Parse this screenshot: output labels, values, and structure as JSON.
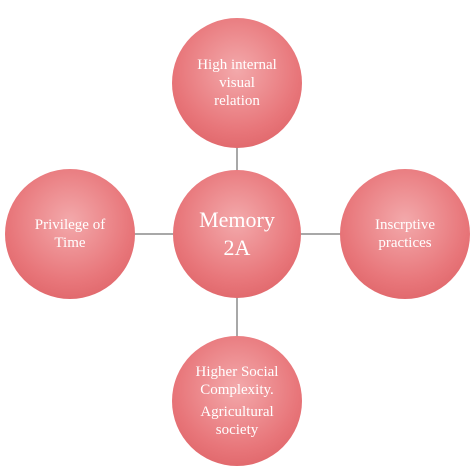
{
  "colors": {
    "node_fill": "#e8767a",
    "node_fill_light": "#f3a9ab",
    "node_fill_dark": "#d9595d",
    "connector": "#a8a8a8",
    "text": "#ffffff"
  },
  "nodes": {
    "center": {
      "lines": [
        "Memory",
        "2A"
      ]
    },
    "top": {
      "lines": [
        "High internal",
        "visual",
        "relation"
      ]
    },
    "left": {
      "lines": [
        "Privilege of",
        "Time"
      ]
    },
    "right": {
      "lines": [
        "Inscrptive",
        "practices"
      ]
    },
    "bottom": {
      "line1": "Higher Social",
      "line2": "Complexity.",
      "line3": "Agricultural",
      "line4": "society"
    }
  }
}
